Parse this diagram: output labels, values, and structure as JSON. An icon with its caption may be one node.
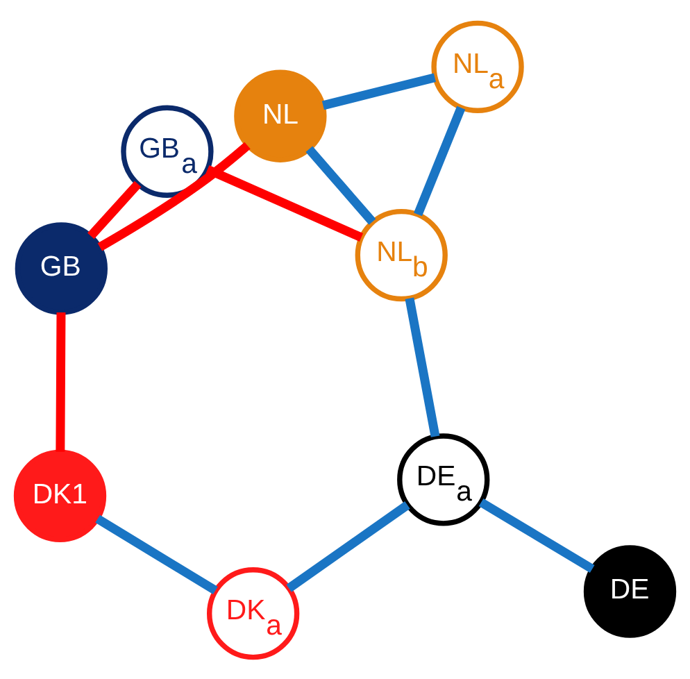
{
  "diagram": {
    "nodes": [
      {
        "text": [
          "GB"
        ]
      },
      {
        "text": [
          "DK$_{a}$"
        ]
      },
      {
        "text": [
          "DK1"
        ]
      },
      {
        "text": [
          "GB$_{a}$"
        ]
      },
      {
        "text": [
          "DE$_{a}$"
        ]
      },
      {
        "text": [
          "NL$_{b}$"
        ]
      },
      {
        "text": [
          "DE"
        ]
      },
      {
        "text": [
          "NL$_{a}$"
        ]
      },
      {
        "text": [
          "NL"
        ]
      }
    ],
    "edges": [
      {
        "from": 0,
        "to": 2,
        "arrow": "none",
        "color": "#ff0000"
      },
      {
        "from": 0,
        "to": 3,
        "arrow": "none",
        "color": "#ff0000"
      },
      {
        "from": 0,
        "to": 8,
        "arrow": "none",
        "color": "#ff0000"
      },
      {
        "from": 3,
        "to": 5,
        "arrow": "none",
        "color": "#ff0000"
      },
      {
        "from": 1,
        "to": 2,
        "arrow": "none"
      },
      {
        "from": 1,
        "to": 4,
        "arrow": "none"
      },
      {
        "from": 4,
        "to": 6,
        "arrow": "none"
      },
      {
        "from": 4,
        "to": 5,
        "arrow": "none"
      },
      {
        "from": 7,
        "to": 5,
        "arrow": "none"
      },
      {
        "from": 5,
        "to": 8,
        "arrow": "none"
      },
      {
        "from": 7,
        "to": 8,
        "arrow": "none"
      }
    ]
  }
}
